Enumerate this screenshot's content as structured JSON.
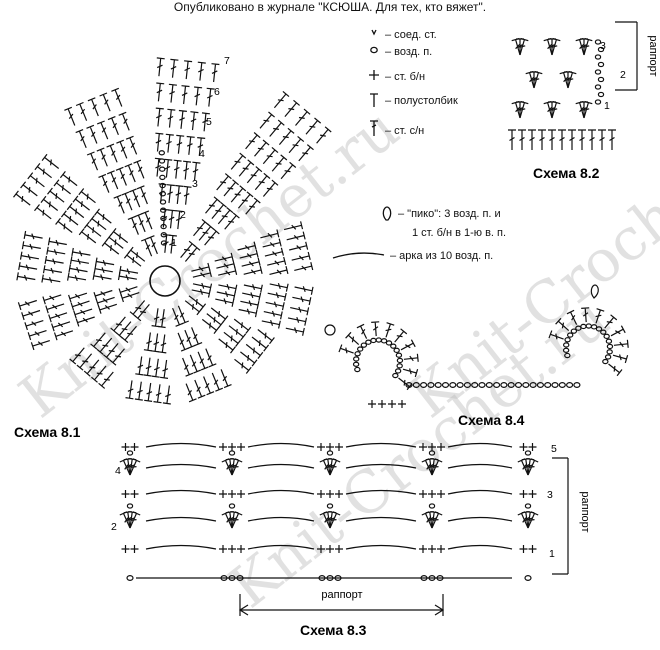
{
  "header": {
    "publication_note": "Опубликовано в журнале \"КСЮША. Для тех, кто вяжет\"."
  },
  "watermark": {
    "text": "Knit-Crochet.ru"
  },
  "legend": {
    "items": [
      {
        "icon": "slip-stitch-icon",
        "label": "– соед. ст."
      },
      {
        "icon": "chain-icon",
        "label": "– возд. п."
      },
      {
        "icon": "single-crochet-icon",
        "label": "– ст. б/н"
      },
      {
        "icon": "half-double-crochet-icon",
        "label": "– полустолбик"
      },
      {
        "icon": "double-crochet-icon",
        "label": "– ст. с/н"
      }
    ],
    "picot": {
      "icon": "picot-icon",
      "line1": "– \"пико\": 3 возд. п. и",
      "line2": "1 ст. б/н в 1-ю в. п."
    },
    "arch": {
      "icon": "arch-icon",
      "label": "– арка из 10 возд. п."
    }
  },
  "schemes": {
    "s81": {
      "title": "Схема 8.1",
      "row_numbers": [
        "1",
        "2",
        "3",
        "4",
        "5",
        "6",
        "7"
      ]
    },
    "s82": {
      "title": "Схема 8.2",
      "row_numbers": [
        "1",
        "2",
        "3"
      ],
      "repeat_label": "раппорт"
    },
    "s83": {
      "title": "Схема 8.3",
      "row_numbers": [
        "1",
        "2",
        "3",
        "4",
        "5"
      ],
      "repeat_label": "раппорт",
      "repeat_label_bottom": "раппорт"
    },
    "s84": {
      "title": "Схема 8.4"
    }
  }
}
